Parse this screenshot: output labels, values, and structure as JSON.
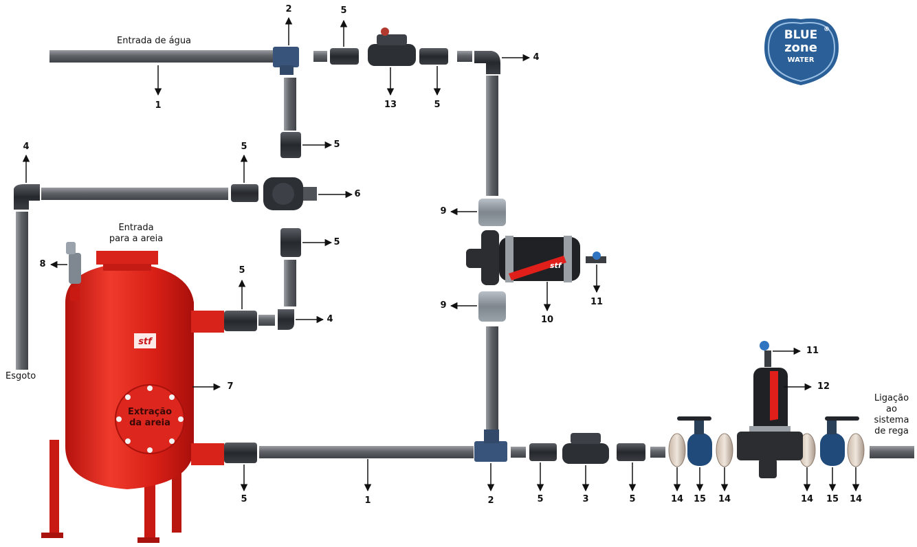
{
  "labels": {
    "water_inlet": "Entrada de água",
    "sand_inlet_line1": "Entrada",
    "sand_inlet_line2": "para a areia",
    "drain": "Esgoto",
    "sand_extraction_line1": "Extração",
    "sand_extraction_line2": "da areia",
    "irrigation_line1": "Ligação",
    "irrigation_line2": "ao",
    "irrigation_line3": "sistema",
    "irrigation_line4": "de rega"
  },
  "logo": {
    "line1": "BLUE",
    "line2": "zone",
    "line3": "WATER",
    "registered": "®",
    "color": "#2a5f97"
  },
  "tank_brand": "stf",
  "filter_brand": "stf",
  "callouts": {
    "c1_top": "1",
    "c2_top": "2",
    "c5_top_a": "5",
    "c13": "13",
    "c5_top_b": "5",
    "c4_top_right": "4",
    "c4_left": "4",
    "c5_mid_a": "5",
    "c5_mid_b": "5",
    "c6": "6",
    "c9_a": "9",
    "c5_mid_c": "5",
    "c8": "8",
    "c5_side": "5",
    "c4_side": "4",
    "c10": "10",
    "c11_a": "11",
    "c9_b": "9",
    "c7": "7",
    "c11_b": "11",
    "c12": "12",
    "c5_bottom_a": "5",
    "c1_bottom": "1",
    "c2_bottom": "2",
    "c5_bottom_b": "5",
    "c3": "3",
    "c5_bottom_c": "5",
    "c14_a": "14",
    "c15_a": "15",
    "c14_b": "14",
    "c14_c": "14",
    "c15_b": "15",
    "c14_d": "14"
  },
  "colors": {
    "tank_red": "#e0241b",
    "pipe_gray": "#6f7378",
    "fitting_dark": "#2d3035",
    "valve_blue": "#1f4a7a"
  }
}
